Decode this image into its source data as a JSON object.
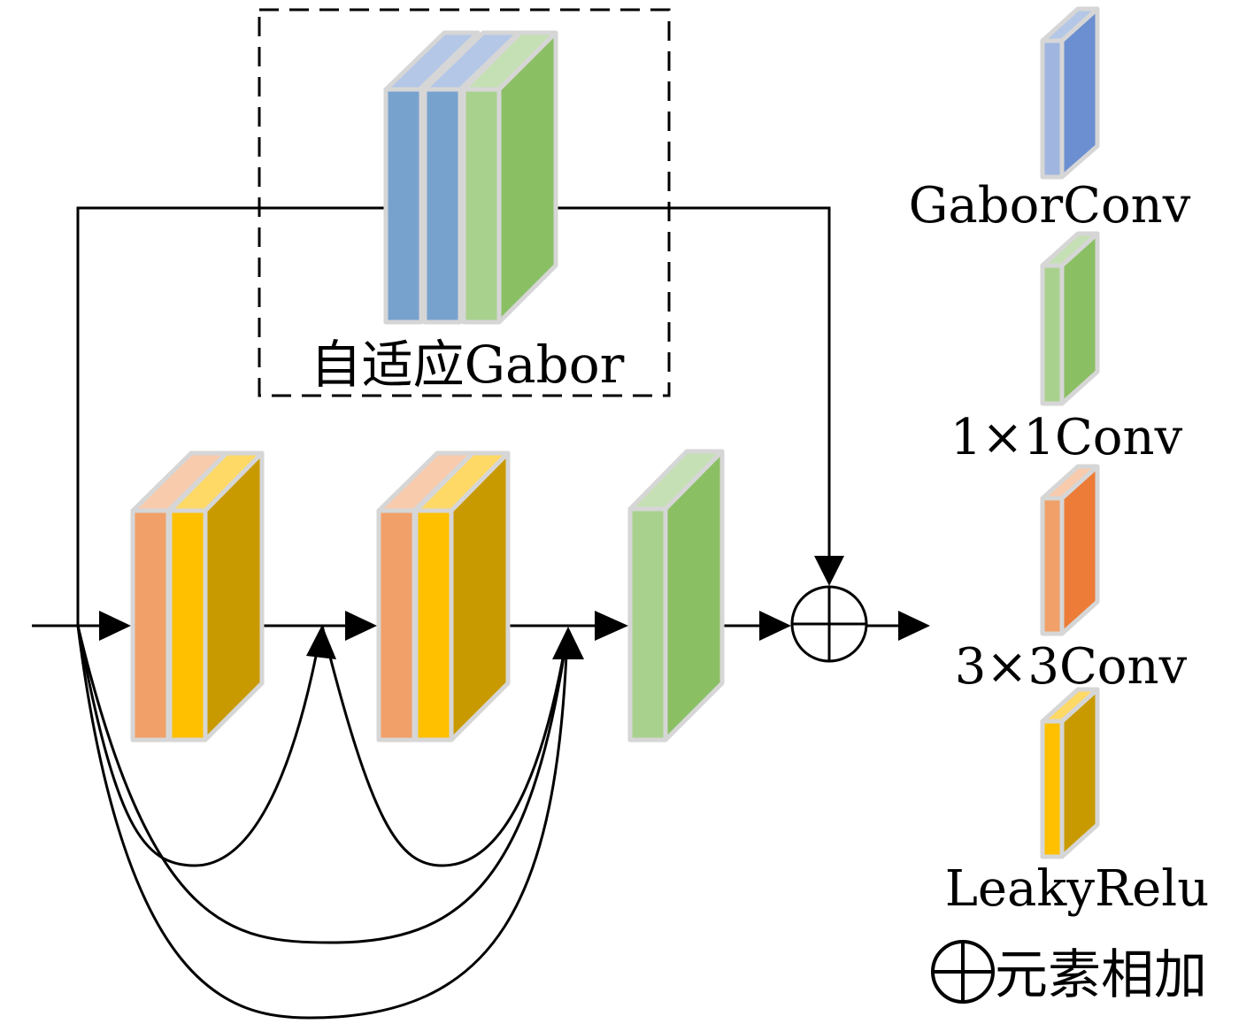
{
  "gabor_module": {
    "label": "自适应Gabor"
  },
  "legend": {
    "gabor_conv": "GaborConv",
    "conv1x1": "1×1Conv",
    "conv3x3": "3×3Conv",
    "leaky_relu": "LeakyRelu",
    "element_add": "元素相加"
  },
  "colors": {
    "gabor_blue_front": "#78A2CE",
    "gabor_blue_side": "#6B8FD0",
    "green_front": "#A9D18E",
    "green_side": "#8BBF64",
    "orange_front": "#F0A068",
    "orange_side": "#EC7C38",
    "yellow_front": "#FFC000",
    "yellow_side": "#C99A00",
    "block_border": "#D6D6D6"
  }
}
